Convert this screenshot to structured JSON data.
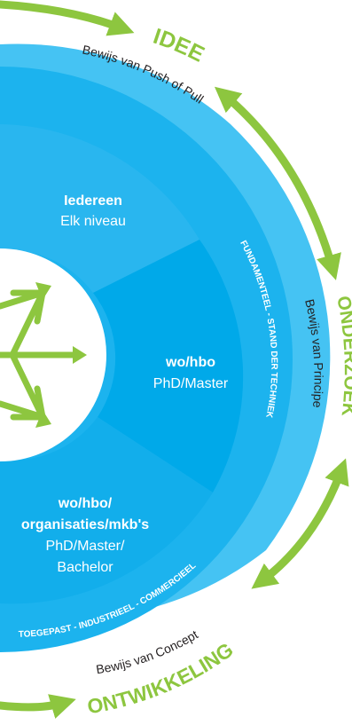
{
  "stages": {
    "idee": "IDEE",
    "onderzoek": "ONDERZOEK",
    "ontwikkeling": "ONTWIKKELING"
  },
  "proofs": {
    "idee": "Bewijs van Push of Pull",
    "onderzoek": "Bewijs van Principe",
    "ontwikkeling": "Bewijs van Concept"
  },
  "bands": {
    "fundamenteel": "FUNDAMENTEEL - STAND DER TECHNIEK",
    "toegepast": "TOEGEPAST - INDUSTRIEEL - COMMERCIEEL"
  },
  "segments": {
    "top": {
      "title": "Iedereen",
      "subtitle": "Elk niveau"
    },
    "middle": {
      "title": "wo/hbo",
      "subtitle": "PhD/Master"
    },
    "bottom": {
      "title_line1": "wo/hbo/",
      "title_line2": "organisaties/mkb's",
      "subtitle_line1": "PhD/Master/",
      "subtitle_line2": "Bachelor"
    }
  },
  "colors": {
    "green": "#8dc63f",
    "blue_dark": "#00a9e9",
    "blue_mid": "#1cb3ee",
    "blue_light": "#45c3f3",
    "text_dark": "#231f20"
  }
}
